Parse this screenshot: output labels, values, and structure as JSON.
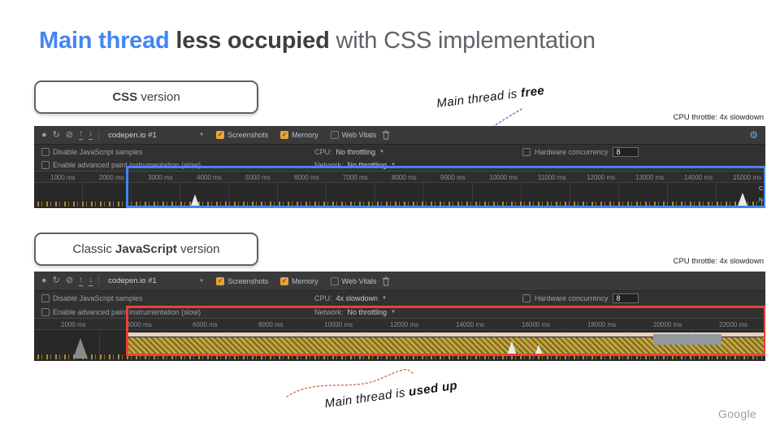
{
  "slide": {
    "title": {
      "highlight": "Main thread",
      "bold": " less occupied",
      "rest": " with CSS implementation"
    },
    "labels": {
      "css_bold": "CSS",
      "css_rest": " version",
      "js_pre": "Classic ",
      "js_bold": "JavaScript",
      "js_rest": " version"
    },
    "annotations": {
      "free_pre": "Main thread is ",
      "free_bold": "free",
      "used_pre": "Main thread is ",
      "used_bold": "used up",
      "cpu_note_css": "CPU throttle: 4x slowdown",
      "cpu_note_js": "CPU throttle: 4x slowdown"
    },
    "brand": "Google",
    "colors": {
      "highlight_blue": "#4285f4",
      "highlight_red": "#ea4335",
      "title_blue": "#4285f4",
      "checkbox_orange": "#e8a33d"
    }
  },
  "glyphs": {
    "record": "●",
    "reload": "↻",
    "clear": "⊘",
    "load": "↑",
    "save": "↓",
    "caret": "▼",
    "check": "✓",
    "gear": "⚙"
  },
  "panel_css": {
    "toolbar": {
      "page_select": "codepen.io #1",
      "screenshots_label": "Screenshots",
      "memory_label": "Memory",
      "web_vitals_label": "Web Vitals"
    },
    "settings": {
      "disable_js": "Disable JavaScript samples",
      "cpu_label": "CPU:",
      "cpu_value": "No throttling",
      "hw_label": "Hardware concurrency",
      "hw_value": "8",
      "paint_label": "Enable advanced paint instrumentation (slow)",
      "net_label": "Network:",
      "net_value": "No throttling"
    },
    "ticks": [
      "1000 ms",
      "2000 ms",
      "3000 ms",
      "4000 ms",
      "5000 ms",
      "6000 ms",
      "7000 ms",
      "8000 ms",
      "9000 ms",
      "10000 ms",
      "11000 ms",
      "12000 ms",
      "13000 ms",
      "14000 ms",
      "15000 ms"
    ],
    "edge_labels": {
      "top": "C",
      "bottom": "N"
    }
  },
  "panel_js": {
    "toolbar": {
      "page_select": "codepen.io #1",
      "screenshots_label": "Screenshots",
      "memory_label": "Memory",
      "web_vitals_label": "Web Vitals"
    },
    "settings": {
      "disable_js": "Disable JavaScript samples",
      "cpu_label": "CPU:",
      "cpu_value": "4x slowdown",
      "hw_label": "Hardware concurrency",
      "hw_value": "8",
      "paint_label": "Enable advanced paint instrumentation (slow)",
      "net_label": "Network:",
      "net_value": "No throttling"
    },
    "ticks": [
      "2000 ms",
      "4000 ms",
      "6000 ms",
      "8000 ms",
      "10000 ms",
      "12000 ms",
      "14000 ms",
      "16000 ms",
      "18000 ms",
      "20000 ms",
      "22000 ms"
    ]
  }
}
